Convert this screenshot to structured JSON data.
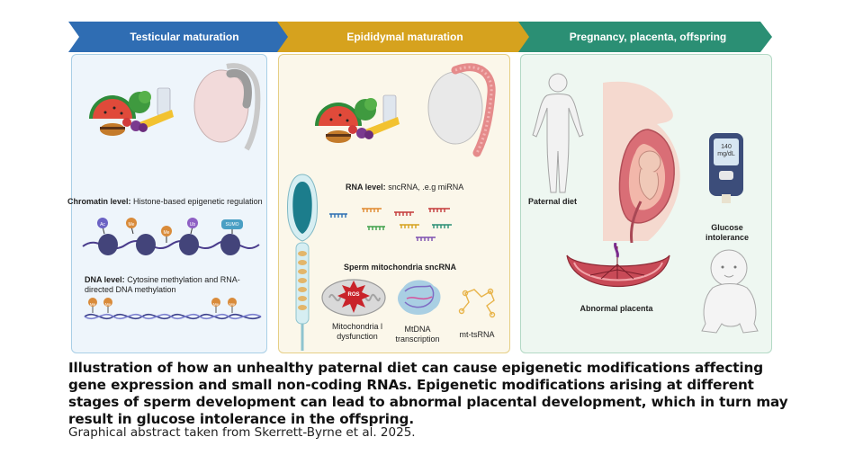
{
  "stages": [
    {
      "label": "Testicular maturation",
      "color": "#2f6db3"
    },
    {
      "label": "Epididymal maturation",
      "color": "#d6a21e"
    },
    {
      "label": "Pregnancy, placenta, offspring",
      "color": "#2b8f74"
    }
  ],
  "panel1": {
    "chromatin_heading": "Chromatin level:",
    "chromatin_text": " Histone-based epigenetic regulation",
    "dna_heading": "DNA level:",
    "dna_text": " Cytosine methylation and RNA-directed DNA methylation",
    "marks": [
      "Ac",
      "Me",
      "Me",
      "Ub",
      "SUMO"
    ],
    "dna_marks": [
      "Me",
      "Me",
      "Me",
      "Me"
    ]
  },
  "panel2": {
    "rna_heading": "RNA level:",
    "rna_text": " sncRNA, .e.g miRNA",
    "mito_heading": "Sperm mitochondria sncRNA",
    "ros_label": "ROS",
    "mito_dysfunction": "Mitochondria l dysfunction",
    "mtdna": "MtDNA transcription",
    "mttsrna": "mt-tsRNA"
  },
  "panel3": {
    "paternal_diet": "Paternal diet",
    "glucose_value": "140",
    "glucose_unit": "mg/dL",
    "glucose_intolerance": "Glucose intolerance",
    "abnormal_placenta": "Abnormal placenta"
  },
  "caption": "Illustration of how an unhealthy paternal diet can cause epigenetic modifications affecting gene expression and small non-coding RNAs. Epigenetic modifications arising at different stages of sperm development can lead to abnormal placental development, which in turn may result in glucose intolerance in the offspring.",
  "source": "Graphical abstract taken from Skerrett-Byrne et al. 2025."
}
